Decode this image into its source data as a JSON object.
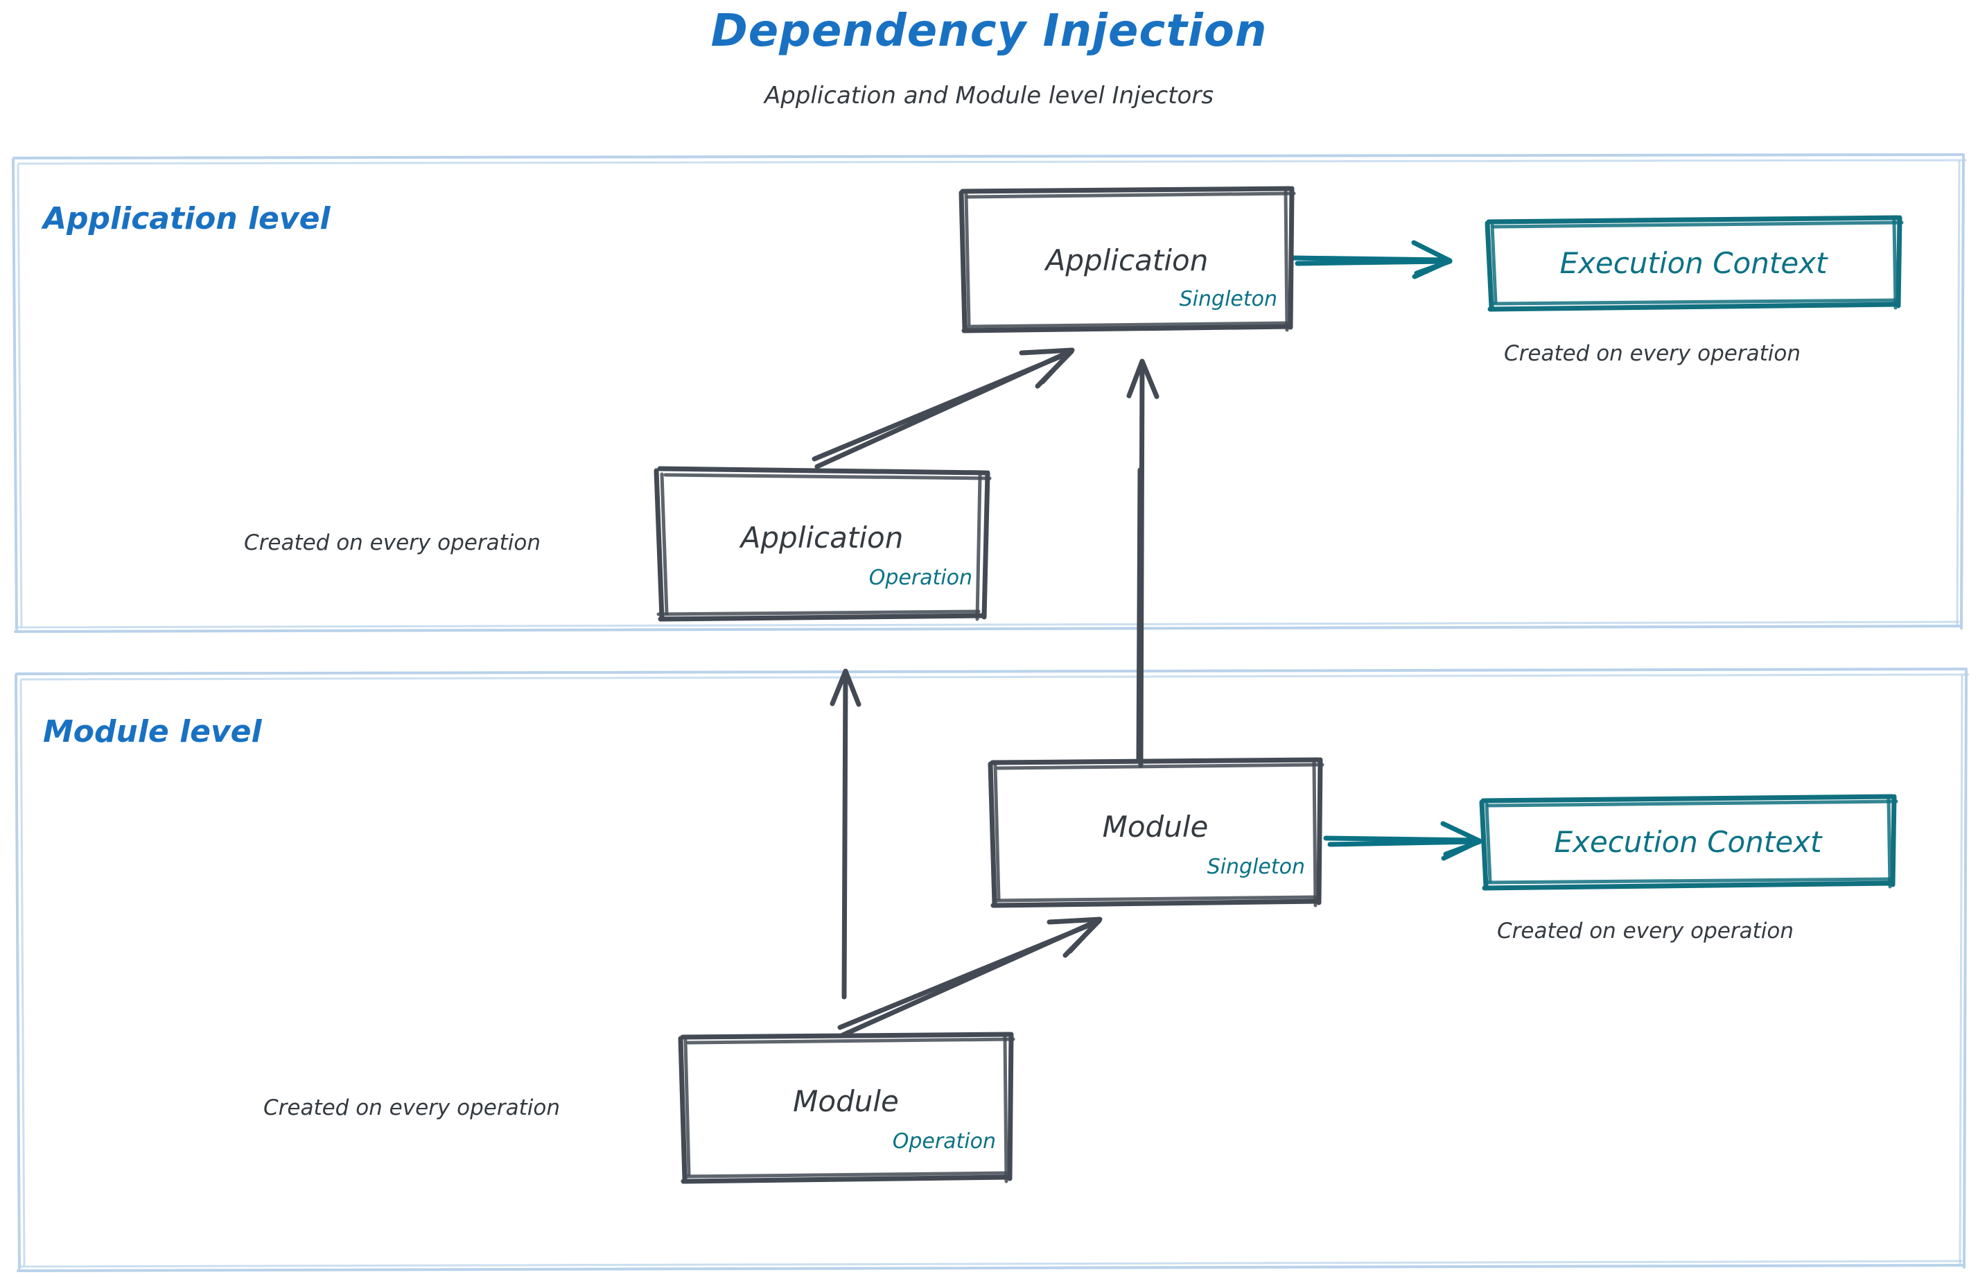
{
  "header": {
    "title": "Dependency Injection",
    "subtitle": "Application and Module level Injectors"
  },
  "colors": {
    "title_blue": "#1971c2",
    "section_border": "#b9d2ea",
    "node_stroke": "#434a54",
    "node_text": "#343a40",
    "accent_teal": "#0b7285",
    "note_text": "#343a40",
    "background": "#ffffff"
  },
  "sections": [
    {
      "id": "application-level",
      "label": "Application level",
      "nodes": [
        {
          "id": "application-singleton",
          "title": "Application",
          "scope": "Singleton",
          "style": "dark"
        },
        {
          "id": "application-execution-context",
          "title": "Execution Context",
          "style": "teal",
          "note": "Created on every operation"
        },
        {
          "id": "application-operation",
          "title": "Application",
          "scope": "Operation",
          "style": "dark",
          "note": "Created on every operation"
        }
      ],
      "edges": [
        {
          "id": "app-singleton-to-exec-context",
          "from": "application-singleton",
          "to": "application-execution-context",
          "color": "teal"
        },
        {
          "id": "app-operation-to-app-singleton",
          "from": "application-operation",
          "to": "application-singleton",
          "color": "dark"
        }
      ]
    },
    {
      "id": "module-level",
      "label": "Module level",
      "nodes": [
        {
          "id": "module-singleton",
          "title": "Module",
          "scope": "Singleton",
          "style": "dark"
        },
        {
          "id": "module-execution-context",
          "title": "Execution Context",
          "style": "teal",
          "note": "Created on every operation"
        },
        {
          "id": "module-operation",
          "title": "Module",
          "scope": "Operation",
          "style": "dark",
          "note": "Created on every operation"
        }
      ],
      "edges": [
        {
          "id": "module-singleton-to-exec-context",
          "from": "module-singleton",
          "to": "module-execution-context",
          "color": "teal"
        },
        {
          "id": "module-operation-to-module-singleton",
          "from": "module-operation",
          "to": "module-singleton",
          "color": "dark"
        }
      ]
    }
  ],
  "cross_level_edges": [
    {
      "id": "module-singleton-to-application-singleton",
      "from": "module-singleton",
      "to": "application-singleton",
      "color": "dark"
    },
    {
      "id": "module-operation-to-application-level",
      "from": "module-operation",
      "to": "application-level",
      "color": "dark"
    }
  ],
  "notes": {
    "app_exec_ctx": "Created on every operation",
    "app_operation": "Created on every operation",
    "mod_exec_ctx": "Created on every operation",
    "mod_operation": "Created on every operation"
  }
}
